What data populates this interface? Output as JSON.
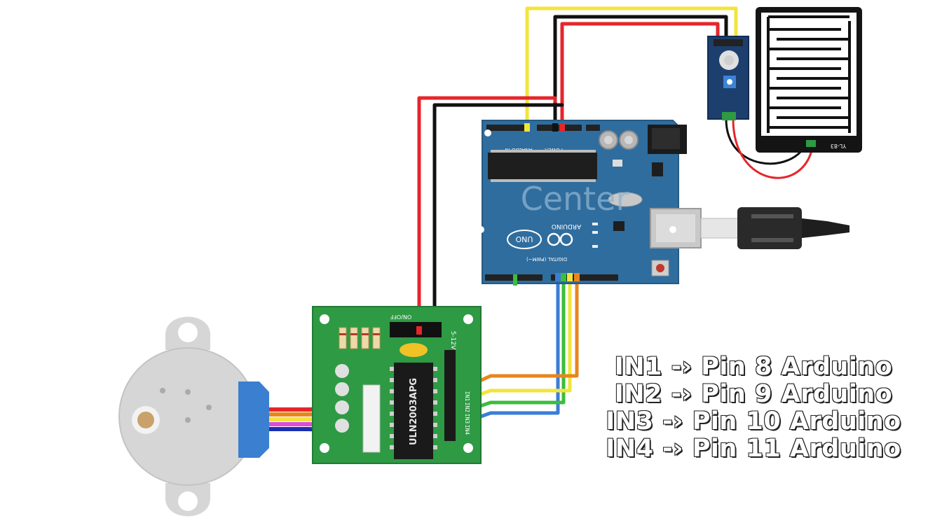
{
  "components": {
    "arduino": {
      "brand": "ARDUINO",
      "model": "UNO",
      "header_analog": "ANALOG IN",
      "header_power": "POWER",
      "header_digital": "DIGITAL (PWM~)",
      "watermark": "Center"
    },
    "driver": {
      "chip": "ULN2003APG",
      "voltage": "5-12V",
      "switch": "ON/OFF",
      "inputs": [
        "IN1",
        "IN2",
        "IN3",
        "IN4"
      ]
    },
    "rain_sensor": {
      "label": "YL-83"
    }
  },
  "legend": [
    "IN1 -› Pin 8 Arduino",
    "IN2 -› Pin 9 Arduino",
    "IN3 -› Pin 10 Arduino",
    "IN4 -› Pin 11 Arduino"
  ],
  "colors": {
    "arduino_board": "#2f6d9e",
    "driver_board": "#2e9a44",
    "sensor_board": "#1d3f6e",
    "motor_body": "#d6d6d6",
    "wire_red": "#e5262b",
    "wire_black": "#111111",
    "wire_yellow": "#f2e53a",
    "wire_orange": "#e8861c",
    "wire_green": "#3cbd3c",
    "wire_blue": "#3a7ed6",
    "wire_pink": "#e04bd8",
    "wire_navy": "#1a2fb0"
  }
}
